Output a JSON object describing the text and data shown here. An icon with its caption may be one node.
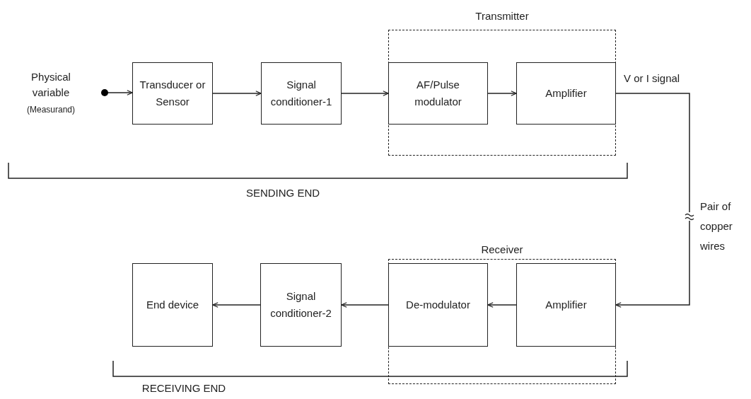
{
  "diagram": {
    "nodes": [
      {
        "text": [
          "Physical variable",
          "(Measurand)"
        ]
      },
      {
        "text": [
          "Transducer or Sensor"
        ]
      },
      {
        "text": [
          "Signal conditioner-1"
        ]
      },
      {
        "text": [
          "Transmitter"
        ]
      },
      {
        "text": [
          "AF/Pulse modulator"
        ],
        "in": 3
      },
      {
        "text": [
          "Amplifier"
        ],
        "in": 3
      },
      {
        "text": [
          "Receiver"
        ]
      },
      {
        "text": [
          "De-modulator"
        ],
        "in": 6
      },
      {
        "text": [
          "Amplifier"
        ],
        "in": 6
      },
      {
        "text": [
          "Signal conditioner-2"
        ]
      },
      {
        "text": [
          "End device"
        ]
      }
    ],
    "edges": [
      {
        "from": 0,
        "to": 1,
        "arrow": "to"
      },
      {
        "from": 1,
        "to": 2,
        "arrow": "to"
      },
      {
        "from": 2,
        "to": 4,
        "arrow": "to"
      },
      {
        "from": 4,
        "to": 5,
        "arrow": "to"
      },
      {
        "from": 5,
        "to": 8,
        "arrow": "to",
        "label": "V or I signal"
      },
      {
        "from": 8,
        "to": 7,
        "arrow": "to"
      },
      {
        "from": 7,
        "to": 9,
        "arrow": "to"
      },
      {
        "from": 9,
        "to": 10,
        "arrow": "to"
      }
    ],
    "labels": [
      "SENDING END",
      "Pair of copper wires",
      "RECEIVING END"
    ]
  }
}
